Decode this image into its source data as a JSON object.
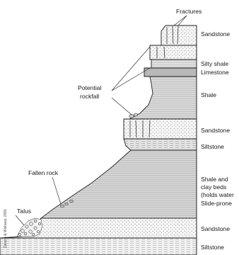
{
  "labels": {
    "fractures": "Fractures",
    "sandstone_top": "Sandstone",
    "silty_shale": "Silty shale",
    "limestone": "Limestone",
    "shale": "Shale",
    "potential_rockfall_1": "Potential",
    "potential_rockfall_2": "rockfall",
    "sandstone_mid": "Sandstone",
    "siltstone_mid": "Siltstone",
    "fallen_rock": "Fallen rock",
    "shale_clay_1": "Shale and",
    "shale_clay_2": "clay beds",
    "shale_clay_3": "(holds water",
    "slide_prone": "Slide-prone",
    "talus": "Talus",
    "sandstone_low": "Sandstone",
    "siltstone_low": "Siltstone"
  },
  "credit": "Delano & Wishaus, 2001",
  "colors": {
    "ink": "#1a1a1a",
    "light_layer": "#f4f4f4",
    "shale_layer": "#d6d6d6",
    "shaded_layer": "#c8c8c8",
    "dark_band": "#b3b3b3"
  }
}
